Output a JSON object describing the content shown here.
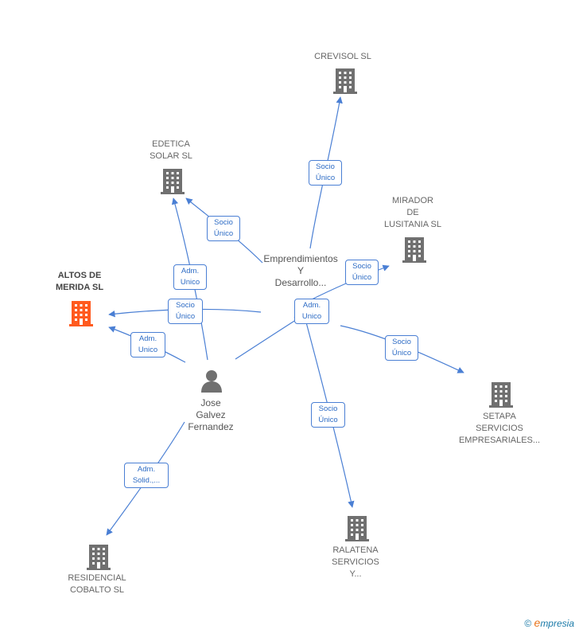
{
  "colors": {
    "edge": "#4a7fd4",
    "building": "#707070",
    "building_highlight": "#ff5a1f",
    "person": "#707070",
    "label": "#666666"
  },
  "nodes": {
    "crevisol": {
      "label": "CREVISOL SL",
      "icon": "building-icon"
    },
    "edetica": {
      "label": "EDETICA\nSOLAR SL",
      "icon": "building-icon"
    },
    "mirador": {
      "label": "MIRADOR\nDE\nLUSITANIA SL",
      "icon": "building-icon"
    },
    "altos": {
      "label": "ALTOS DE\nMERIDA SL",
      "icon": "building-icon",
      "highlight": true
    },
    "emprendimientos": {
      "label": "Emprendimientos\nY\nDesarrollo...",
      "icon": "building-icon"
    },
    "jose": {
      "label": "Jose\nGalvez\nFernandez",
      "icon": "person-icon"
    },
    "setapa": {
      "label": "SETAPA\nSERVICIOS\nEMPRESARIALES...",
      "icon": "building-icon"
    },
    "ralatena": {
      "label": "RALATENA\nSERVICIOS\nY...",
      "icon": "building-icon"
    },
    "residencial": {
      "label": "RESIDENCIAL\nCOBALTO SL",
      "icon": "building-icon"
    }
  },
  "edge_labels": {
    "emp_crevisol": "Socio\nÚnico",
    "emp_edetica": "Socio\nÚnico",
    "emp_mirador": "Socio\nÚnico",
    "emp_altos": "Socio\nÚnico",
    "emp_setapa": "Socio\nÚnico",
    "emp_ralatena": "Socio\nÚnico",
    "jose_edetica": "Adm.\nUnico",
    "jose_altos": "Adm.\nUnico",
    "jose_emp": "Adm.\nUnico",
    "jose_residencial": "Adm.\nSolid.,..."
  },
  "copyright": {
    "symbol": "©",
    "brand_initial": "e",
    "brand_rest": "mpresia"
  }
}
